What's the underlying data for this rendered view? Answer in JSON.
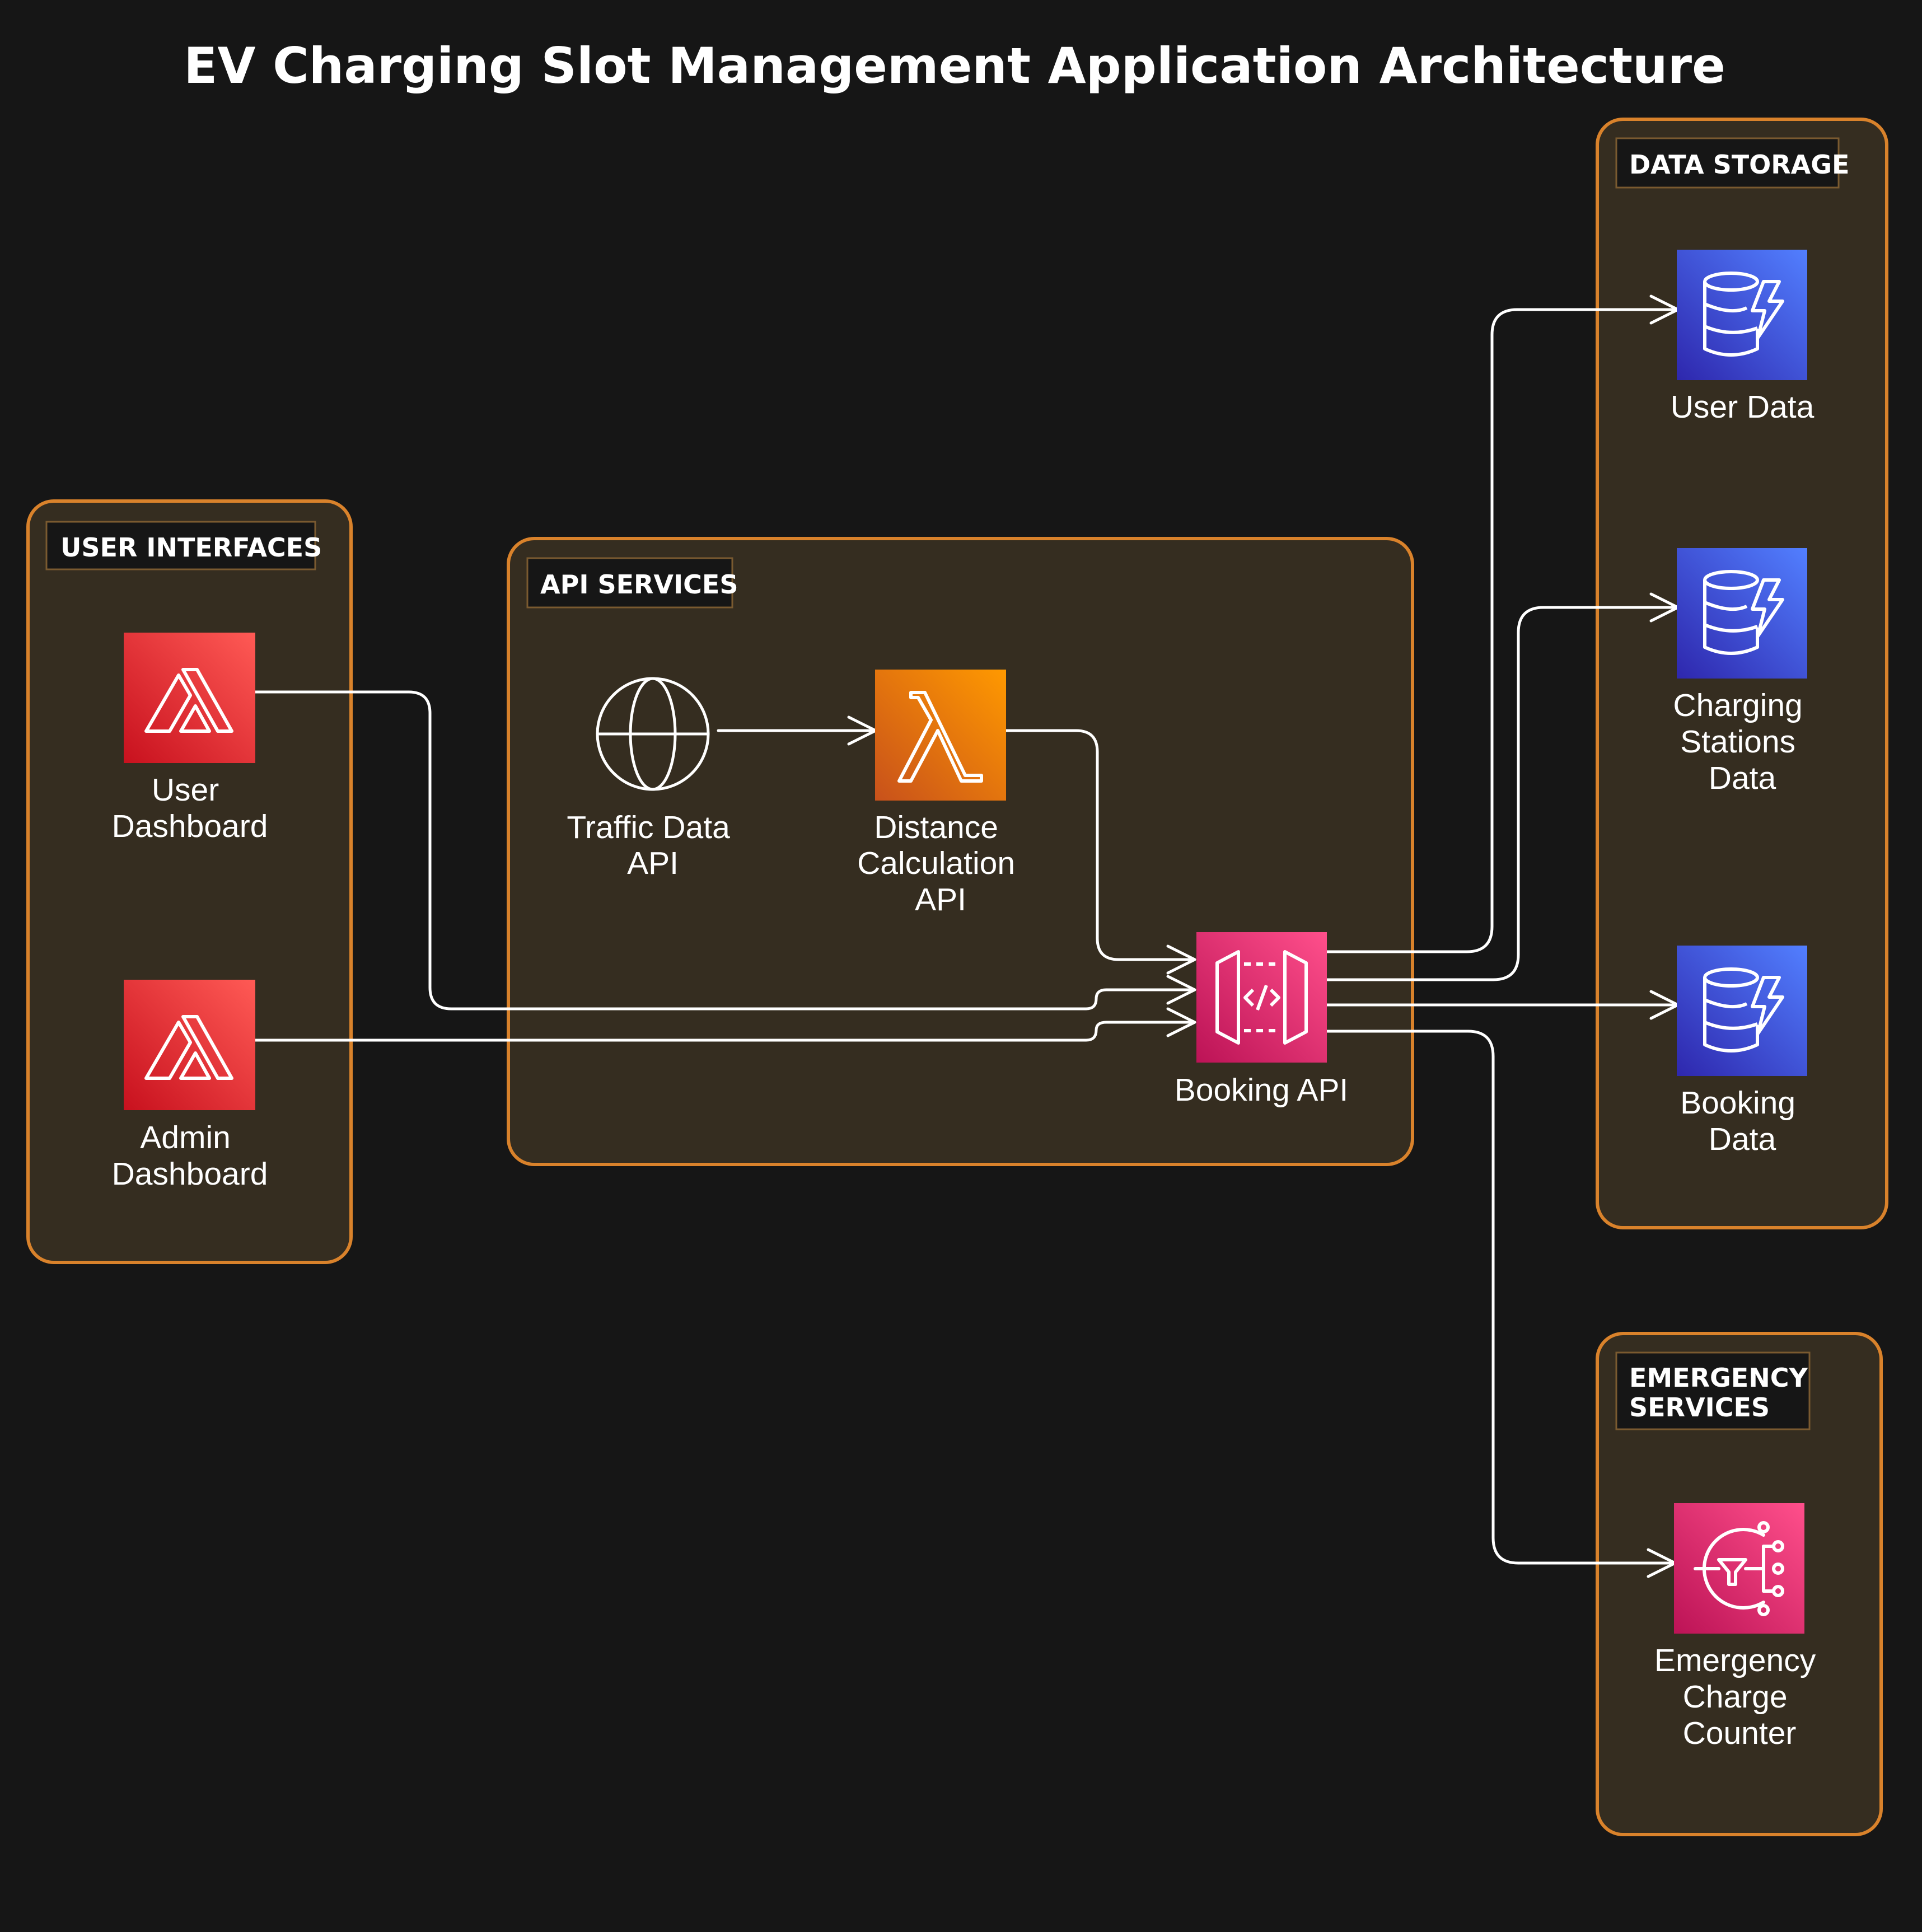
{
  "title": "EV Charging Slot Management Application Architecture",
  "colors": {
    "background": "#161616",
    "group_fill": "#352d20",
    "group_border": "#d9822b",
    "label_box_border": "#7a5a30",
    "text": "#ffffff",
    "edge": "#ffffff",
    "amplify_red": "#e52c36",
    "lambda_orange": "#ef7a12",
    "api_gateway_pink": "#e0306e",
    "dynamodb_blue": "#4053d6",
    "eventbridge_pink": "#e0306e"
  },
  "groups": {
    "user_interfaces": {
      "label": "USER INTERFACES"
    },
    "api_services": {
      "label": "API SERVICES"
    },
    "data_storage": {
      "label": "DATA STORAGE"
    },
    "emergency_services": {
      "label_lines": [
        "EMERGENCY",
        "SERVICES"
      ]
    }
  },
  "nodes": {
    "user_dashboard": {
      "label_lines": [
        "User",
        "Dashboard"
      ],
      "icon": "amplify-icon"
    },
    "admin_dashboard": {
      "label_lines": [
        "Admin",
        "Dashboard"
      ],
      "icon": "amplify-icon"
    },
    "traffic_data_api": {
      "label_lines": [
        "Traffic Data",
        "API"
      ],
      "icon": "globe-icon"
    },
    "distance_calc_api": {
      "label_lines": [
        "Distance",
        "Calculation",
        "API"
      ],
      "icon": "lambda-icon"
    },
    "booking_api": {
      "label_lines": [
        "Booking API"
      ],
      "icon": "api-gateway-icon"
    },
    "user_data": {
      "label_lines": [
        "User Data"
      ],
      "icon": "dynamodb-icon"
    },
    "charging_stations_data": {
      "label_lines": [
        "Charging",
        "Stations",
        "Data"
      ],
      "icon": "dynamodb-icon"
    },
    "booking_data": {
      "label_lines": [
        "Booking",
        "Data"
      ],
      "icon": "dynamodb-icon"
    },
    "emergency_charge_counter": {
      "label_lines": [
        "Emergency",
        "Charge",
        "Counter"
      ],
      "icon": "eventbridge-icon"
    }
  },
  "edges": [
    {
      "from": "user_dashboard",
      "to": "booking_api"
    },
    {
      "from": "admin_dashboard",
      "to": "booking_api"
    },
    {
      "from": "traffic_data_api",
      "to": "distance_calc_api"
    },
    {
      "from": "distance_calc_api",
      "to": "booking_api"
    },
    {
      "from": "booking_api",
      "to": "user_data"
    },
    {
      "from": "booking_api",
      "to": "charging_stations_data"
    },
    {
      "from": "booking_api",
      "to": "booking_data"
    },
    {
      "from": "booking_api",
      "to": "emergency_charge_counter"
    }
  ]
}
